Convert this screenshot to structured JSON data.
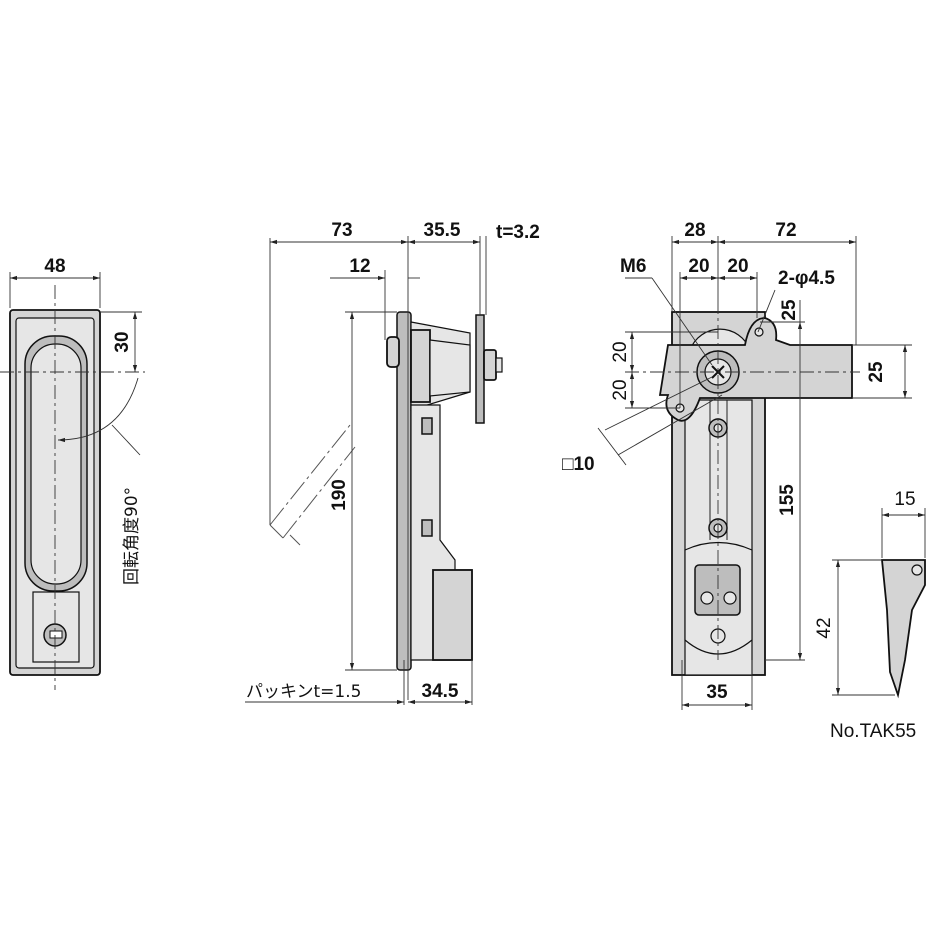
{
  "front_view": {
    "width_label": "48",
    "handle_offset_label": "30",
    "rotation_label": "回転角度90°"
  },
  "side_view": {
    "depth_label": "73",
    "body_depth_label": "35.5",
    "plate_thickness_label": "t=3.2",
    "offset_label": "12",
    "height_label": "190",
    "packing_label": "パッキンt=1.5",
    "rear_depth_label": "34.5"
  },
  "rear_view": {
    "left_width_label": "28",
    "lever_length_label": "72",
    "thread_label": "M6",
    "hole_pitch_left_label": "20",
    "hole_pitch_right_label": "20",
    "holes_label": "2-φ4.5",
    "hole_offset_label": "25",
    "vertical_pitch_top_label": "20",
    "vertical_pitch_bottom_label": "20",
    "lever_width_label": "25",
    "square_label": "□10",
    "length_label": "155",
    "bottom_width_label": "35"
  },
  "key": {
    "width_label": "15",
    "length_label": "42"
  },
  "model_number": "No.TAK55"
}
